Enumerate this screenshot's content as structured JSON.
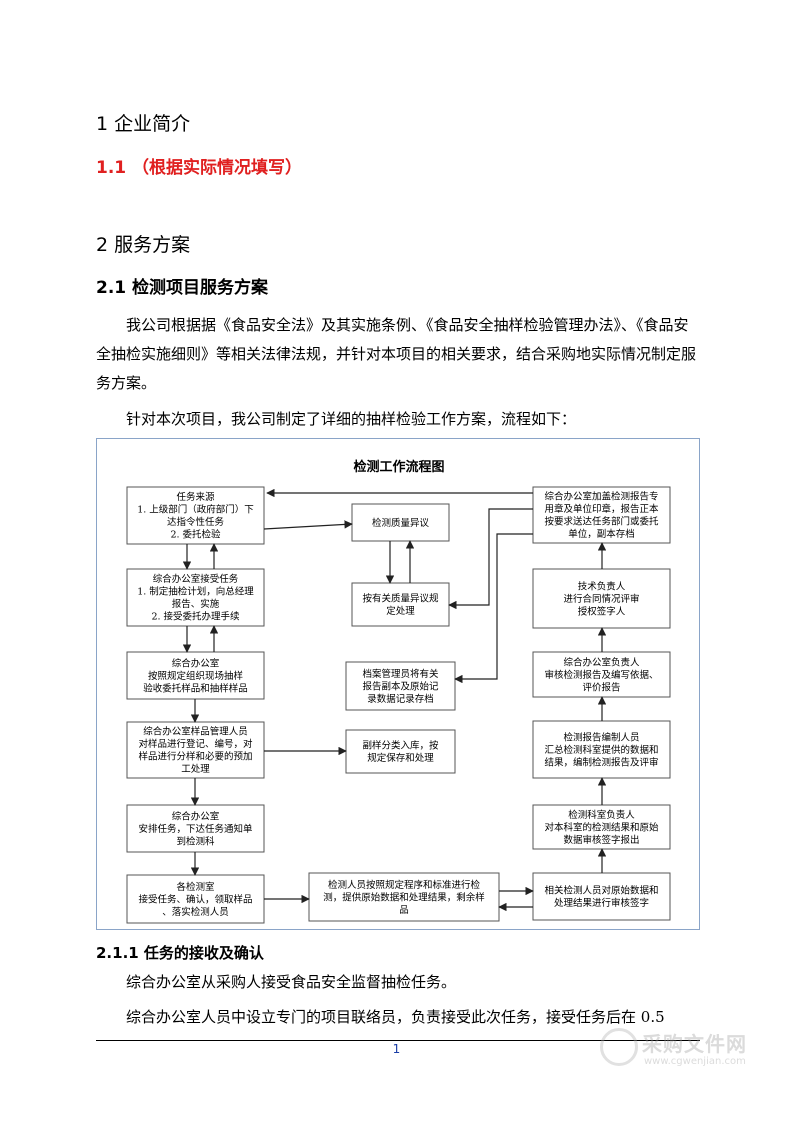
{
  "headings": {
    "h1": "1 企业简介",
    "h1_1": "1.1 （根据实际情况填写）",
    "h2": "2 服务方案",
    "h2_1": "2.1 检测项目服务方案",
    "h2_1_1": "2.1.1 任务的接收及确认"
  },
  "paragraphs": {
    "p1": "我公司根据据《食品安全法》及其实施条例、《食品安全抽样检验管理办法》、《食品安全抽检实施细则》等相关法律法规，并针对本项目的相关要求，结合采购地实际情况制定服务方案。",
    "p2": "针对本次项目，我公司制定了详细的抽样检验工作方案，流程如下：",
    "p3": "综合办公室从采购人接受食品安全监督抽检任务。",
    "p4": "综合办公室人员中设立专门的项目联络员，负责接受此次任务，接受任务后在 0.5"
  },
  "flowchart": {
    "title": "检测工作流程图",
    "left": {
      "b1": [
        "任务来源",
        "1. 上级部门（政府部门）下",
        "达指令性任务",
        "2. 委托检验"
      ],
      "b2": [
        "综合办公室接受任务",
        "1. 制定抽检计划，向总经理",
        "报告、实施",
        "2. 接受委托办理手续"
      ],
      "b3": [
        "综合办公室",
        "按照规定组织现场抽样",
        "验收委托样品和抽样样品"
      ],
      "b4": [
        "综合办公室样品管理人员",
        "对样品进行登记、编号，对",
        "样品进行分样和必要的预加",
        "工处理"
      ],
      "b5": [
        "综合办公室",
        "安排任务，下达任务通知单",
        "到检测科"
      ],
      "b6": [
        "各检测室",
        "接受任务、确认，领取样品",
        "、落实检测人员"
      ]
    },
    "middle": {
      "m1": [
        "检测质量异议"
      ],
      "m2": [
        "按有关质量异议规",
        "定处理"
      ],
      "m3": [
        "档案管理员将有关",
        "报告副本及原始记",
        "录数据记录存档"
      ],
      "m4": [
        "副样分类入库，按",
        "规定保存和处理"
      ],
      "m5": [
        "检测人员按照规定程序和标准进行检",
        "测，提供原始数据和处理结果，剩余样",
        "品"
      ]
    },
    "right": {
      "r1": [
        "综合办公室加盖检测报告专",
        "用章及单位印章，报告正本",
        "按要求送达任务部门或委托",
        "单位，副本存档"
      ],
      "r2": [
        "技术负责人",
        "进行合同情况评审",
        "授权签字人"
      ],
      "r3": [
        "综合办公室负责人",
        "审核检测报告及编写依据、",
        "评价报告"
      ],
      "r4": [
        "检测报告编制人员",
        "汇总检测科室提供的数据和",
        "结果，编制检测报告及评审"
      ],
      "r5": [
        "检测科室负责人",
        "对本科室的检测结果和原始",
        "数据审核签字报出"
      ],
      "r6": [
        "相关检测人员对原始数据和",
        "处理结果进行审核签字"
      ]
    }
  },
  "footer": {
    "page_number": "1"
  },
  "watermark": {
    "name": "采购文件网",
    "url": "www.cgwenjian.com"
  }
}
